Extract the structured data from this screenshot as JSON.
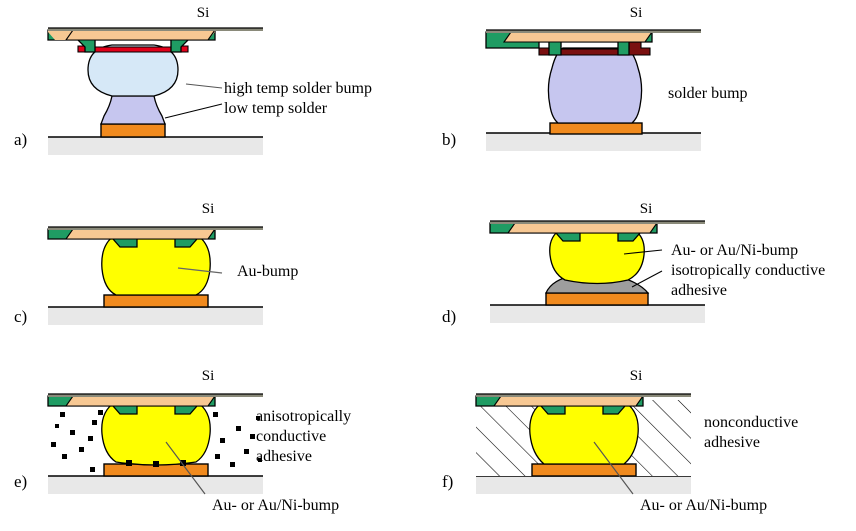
{
  "figure": {
    "title": "Flip-chip interconnection bump technologies",
    "colors": {
      "silicon_chip": "#f7c893",
      "chip_top_edge": "#8a8a7a",
      "passivation_green": "#1f9c63",
      "ubm_red_bright": "#e2001a",
      "ubm_red_dark": "#7a1010",
      "high_temp_solder": "#d6e8f7",
      "low_temp_solder": "#c6c6ef",
      "solder_bump": "#c6c6ef",
      "au_bump": "#ffff00",
      "substrate_pad_orange": "#f08a1e",
      "substrate_gray": "#e8e8e8",
      "substrate_line": "#000000",
      "isotropic_adhesive_gray": "#9e9e9e",
      "particle_black": "#000000",
      "outline": "#000000"
    }
  },
  "panels": [
    {
      "letter": "a)",
      "si_label": "Si",
      "labels": [
        {
          "text": "high temp solder bump"
        },
        {
          "text": "low temp solder"
        }
      ]
    },
    {
      "letter": "b)",
      "si_label": "Si",
      "labels": [
        {
          "text": "solder bump"
        }
      ]
    },
    {
      "letter": "c)",
      "si_label": "Si",
      "labels": [
        {
          "text": "Au-bump"
        }
      ]
    },
    {
      "letter": "d)",
      "si_label": "Si",
      "labels": [
        {
          "text": "Au- or Au/Ni-bump"
        },
        {
          "text": "isotropically conductive"
        },
        {
          "text": "adhesive"
        }
      ]
    },
    {
      "letter": "e)",
      "si_label": "Si",
      "labels": [
        {
          "text": "anisotropically"
        },
        {
          "text": "conductive"
        },
        {
          "text": "adhesive"
        },
        {
          "text": "Au- or Au/Ni-bump"
        }
      ]
    },
    {
      "letter": "f)",
      "si_label": "Si",
      "labels": [
        {
          "text": "nonconductive"
        },
        {
          "text": "adhesive"
        },
        {
          "text": "Au- or Au/Ni-bump"
        }
      ]
    }
  ]
}
